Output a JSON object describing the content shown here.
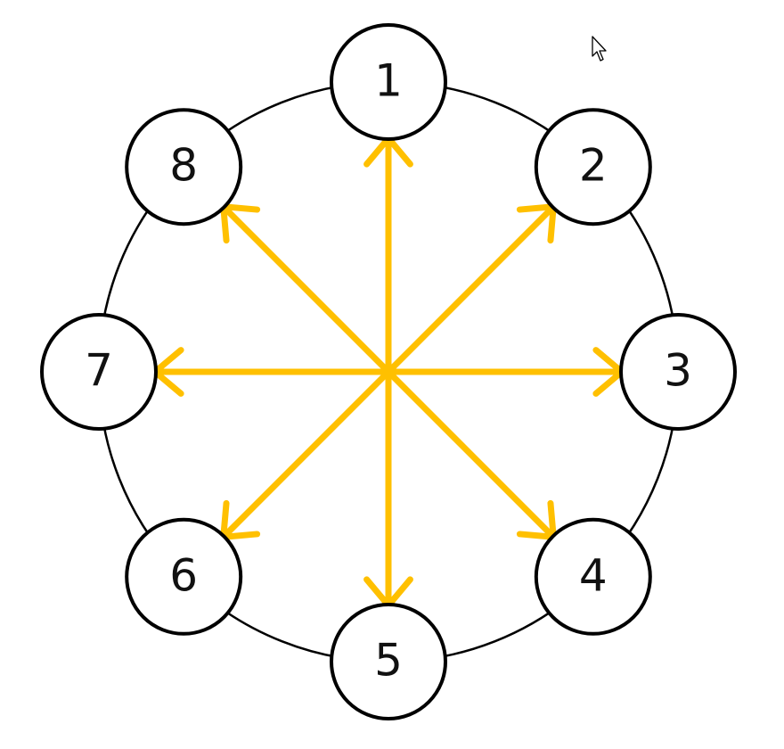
{
  "diagram": {
    "nodes": [
      {
        "label": "1",
        "angle_deg": 0
      },
      {
        "label": "2",
        "angle_deg": 45
      },
      {
        "label": "3",
        "angle_deg": 90
      },
      {
        "label": "4",
        "angle_deg": 135
      },
      {
        "label": "5",
        "angle_deg": 180
      },
      {
        "label": "6",
        "angle_deg": 225
      },
      {
        "label": "7",
        "angle_deg": 270
      },
      {
        "label": "8",
        "angle_deg": 315
      }
    ],
    "arrow_color": "#FFC000",
    "node_stroke_color": "#000000",
    "ring_color": "#000000"
  },
  "cursor": {
    "icon": "mouse-pointer-icon"
  }
}
